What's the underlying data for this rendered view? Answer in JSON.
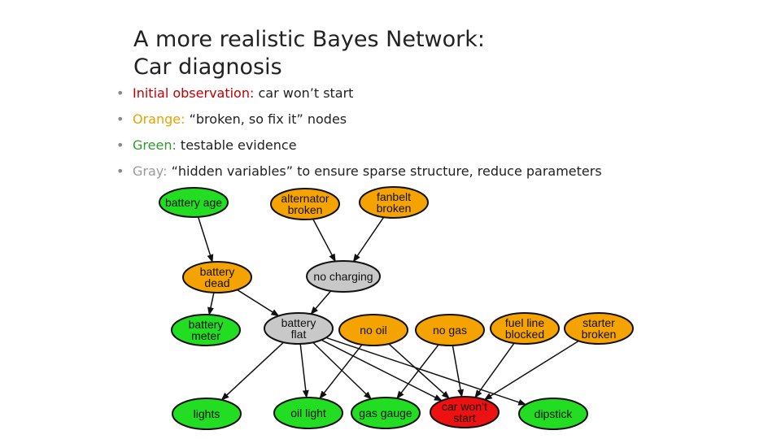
{
  "title": {
    "line1": "A more realistic Bayes Network:",
    "line2": "Car diagnosis"
  },
  "bullets": [
    {
      "key": "Initial observation:",
      "text": " car won’t start",
      "color": "#c00000"
    },
    {
      "key": "Orange:",
      "text": " “broken, so fix it” nodes",
      "color": "#e6a200"
    },
    {
      "key": "Green:",
      "text": " testable evidence",
      "color": "#2e9a2e"
    },
    {
      "key": "Gray:",
      "text": " “hidden variables” to ensure sparse structure, reduce parameters",
      "color": "#9a9a9a"
    }
  ],
  "node_colors": {
    "green": "#22dd22",
    "orange": "#f5a300",
    "gray": "#c8c8c8",
    "red": "#ee1111",
    "stroke": "#111111"
  },
  "nodes": [
    {
      "id": "battery-age",
      "lines": [
        "battery age"
      ],
      "color": "green"
    },
    {
      "id": "alternator-broken",
      "lines": [
        "alternator",
        "broken"
      ],
      "color": "orange"
    },
    {
      "id": "fanbelt-broken",
      "lines": [
        "fanbelt",
        "broken"
      ],
      "color": "orange"
    },
    {
      "id": "battery-dead",
      "lines": [
        "battery",
        "dead"
      ],
      "color": "orange"
    },
    {
      "id": "no-charging",
      "lines": [
        "no charging"
      ],
      "color": "gray"
    },
    {
      "id": "battery-meter",
      "lines": [
        "battery",
        "meter"
      ],
      "color": "green"
    },
    {
      "id": "battery-flat",
      "lines": [
        "battery",
        "flat"
      ],
      "color": "gray"
    },
    {
      "id": "no-oil",
      "lines": [
        "no oil"
      ],
      "color": "orange"
    },
    {
      "id": "no-gas",
      "lines": [
        "no gas"
      ],
      "color": "orange"
    },
    {
      "id": "fuel-line-blocked",
      "lines": [
        "fuel line",
        "blocked"
      ],
      "color": "orange"
    },
    {
      "id": "starter-broken",
      "lines": [
        "starter",
        "broken"
      ],
      "color": "orange"
    },
    {
      "id": "lights",
      "lines": [
        "lights"
      ],
      "color": "green"
    },
    {
      "id": "oil-light",
      "lines": [
        "oil light"
      ],
      "color": "green"
    },
    {
      "id": "gas-gauge",
      "lines": [
        "gas gauge"
      ],
      "color": "green"
    },
    {
      "id": "car-wont-start",
      "lines": [
        "car won’t",
        "start"
      ],
      "color": "red"
    },
    {
      "id": "dipstick",
      "lines": [
        "dipstick"
      ],
      "color": "green"
    }
  ],
  "edges": [
    [
      "battery-age",
      "battery-dead"
    ],
    [
      "alternator-broken",
      "no-charging"
    ],
    [
      "fanbelt-broken",
      "no-charging"
    ],
    [
      "battery-dead",
      "battery-meter"
    ],
    [
      "battery-dead",
      "battery-flat"
    ],
    [
      "no-charging",
      "battery-flat"
    ],
    [
      "battery-flat",
      "lights"
    ],
    [
      "battery-flat",
      "oil-light"
    ],
    [
      "battery-flat",
      "gas-gauge"
    ],
    [
      "battery-flat",
      "car-wont-start"
    ],
    [
      "battery-flat",
      "dipstick"
    ],
    [
      "no-oil",
      "oil-light"
    ],
    [
      "no-oil",
      "car-wont-start"
    ],
    [
      "no-gas",
      "gas-gauge"
    ],
    [
      "no-gas",
      "car-wont-start"
    ],
    [
      "fuel-line-blocked",
      "car-wont-start"
    ],
    [
      "starter-broken",
      "car-wont-start"
    ]
  ]
}
